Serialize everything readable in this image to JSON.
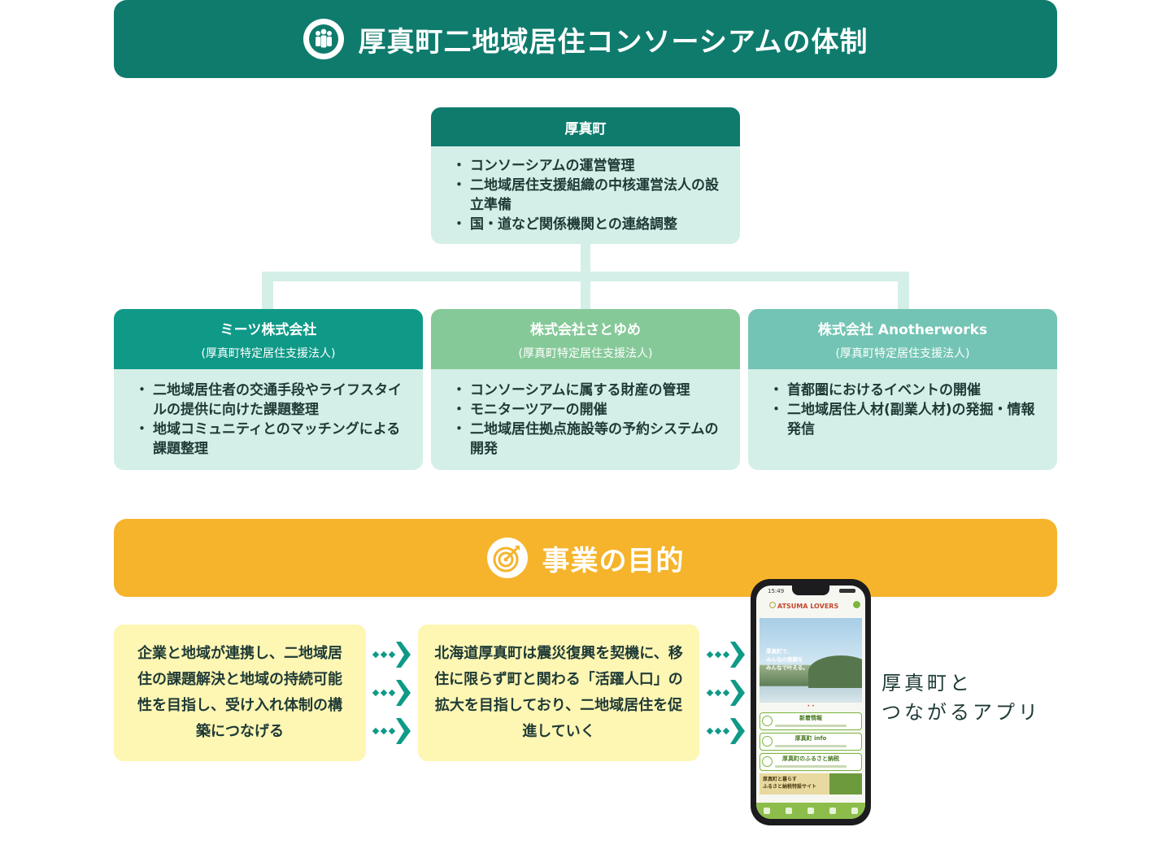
{
  "header": {
    "title": "厚真町二地域居住コンソーシアムの体制",
    "icon": "people-group-icon"
  },
  "structure": {
    "top": {
      "name": "厚真町",
      "items": [
        "コンソーシアムの運営管理",
        "二地域居住支援組織の中核運営法人の設立準備",
        "国・道など関係機関との連絡調整"
      ],
      "color": "#0f7b6d"
    },
    "members": [
      {
        "name": "ミーツ株式会社",
        "sub": "(厚真町特定居住支援法人)",
        "items": [
          "二地域居住者の交通手段やライフスタイルの提供に向けた課題整理",
          "地域コミュニティとのマッチングによる課題整理"
        ],
        "color": "#0f9a88"
      },
      {
        "name": "株式会社さとゆめ",
        "sub": "(厚真町特定居住支援法人)",
        "items": [
          "コンソーシアムに属する財産の管理",
          "モニターツアーの開催",
          "二地域居住拠点施設等の予約システムの開発"
        ],
        "color": "#86c999"
      },
      {
        "name": "株式会社 Anotherworks",
        "sub": "(厚真町特定居住支援法人)",
        "items": [
          "首都圏におけるイベントの開催",
          "二地域居住人材(副業人材)の発掘・情報発信"
        ],
        "color": "#73c4b4"
      }
    ]
  },
  "purpose": {
    "title": "事業の目的",
    "icon": "target-icon",
    "color": "#f6b42c",
    "box1": "企業と地域が連携し、二地域居住の課題解決と地域の持続可能性を目指し、受け入れ体制の構築につなげる",
    "box2": "北海道厚真町は震災復興を契機に、移住に限らず町と関わる「活躍人口」の拡大を目指しており、二地域居住を促進していく",
    "app_label": "厚真町と\nつながるアプリ"
  },
  "phone": {
    "time": "15:49",
    "app_name": "ATSUMA LOVERS",
    "hero_text": "厚真町で、\nみんなの挑戦を\nみんなで叶える。",
    "buttons": [
      "新着情報",
      "厚真町 info",
      "厚真町のふるさと納税"
    ],
    "banner_text": "厚真町と暮らす\nふるさと納税特設サイト"
  }
}
